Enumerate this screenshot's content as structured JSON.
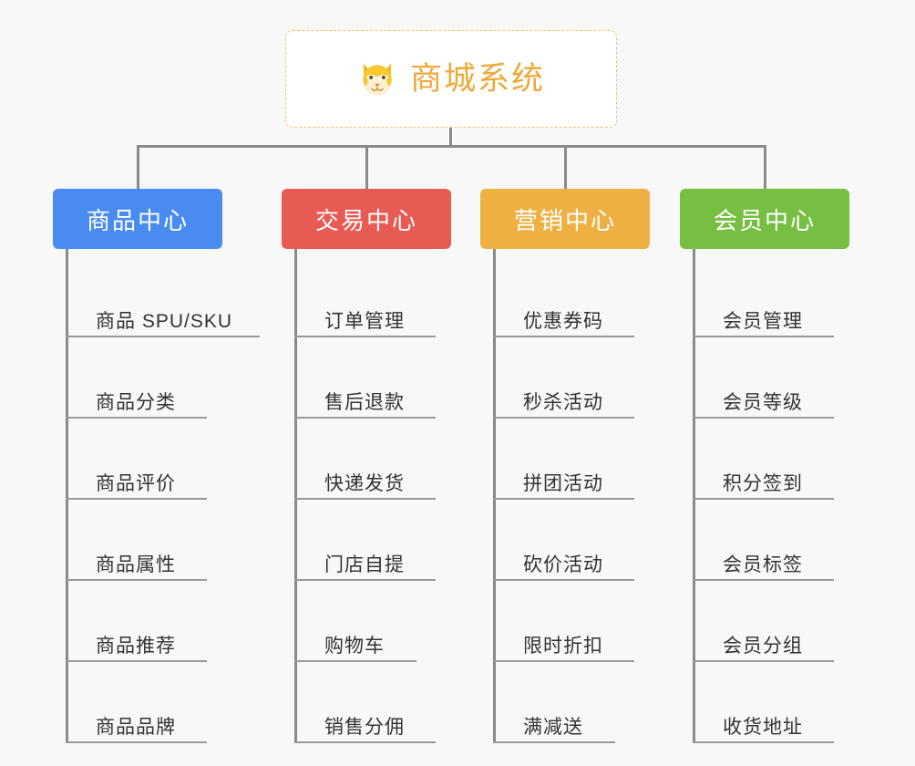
{
  "root": {
    "title": "商城系统",
    "icon": "shiba-dog-face-icon",
    "accent_color": "#eda93a",
    "border_color": "#f0c070",
    "background": "#ffffff"
  },
  "canvas": {
    "background": "#f8f8f8",
    "connector_color": "#8a8a8a",
    "leaf_rule_color": "#999999",
    "leaf_text_color": "#333333"
  },
  "columns": [
    {
      "id": "product-center",
      "label": "商品中心",
      "color": "#4a8bf0",
      "items": [
        {
          "label": "商品 SPU/SKU"
        },
        {
          "label": "商品分类"
        },
        {
          "label": "商品评价"
        },
        {
          "label": "商品属性"
        },
        {
          "label": "商品推荐"
        },
        {
          "label": "商品品牌"
        }
      ]
    },
    {
      "id": "trade-center",
      "label": "交易中心",
      "color": "#e85a54",
      "items": [
        {
          "label": "订单管理"
        },
        {
          "label": "售后退款"
        },
        {
          "label": "快递发货"
        },
        {
          "label": "门店自提"
        },
        {
          "label": "购物车"
        },
        {
          "label": "销售分佣"
        }
      ]
    },
    {
      "id": "marketing-center",
      "label": "营销中心",
      "color": "#eeb043",
      "items": [
        {
          "label": "优惠券码"
        },
        {
          "label": "秒杀活动"
        },
        {
          "label": "拼团活动"
        },
        {
          "label": "砍价活动"
        },
        {
          "label": "限时折扣"
        },
        {
          "label": "满减送"
        }
      ]
    },
    {
      "id": "member-center",
      "label": "会员中心",
      "color": "#76bf43",
      "items": [
        {
          "label": "会员管理"
        },
        {
          "label": "会员等级"
        },
        {
          "label": "积分签到"
        },
        {
          "label": "会员标签"
        },
        {
          "label": "会员分组"
        },
        {
          "label": "收货地址"
        }
      ]
    }
  ]
}
